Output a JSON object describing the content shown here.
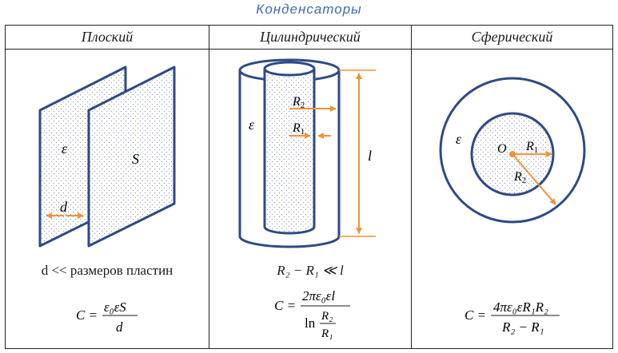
{
  "title": "Конденсаторы",
  "columns": [
    {
      "header": "Плоский",
      "condition": "d << размеров пластин"
    },
    {
      "header": "Цилиндрический",
      "condition": "R₂ − R₁ ≪ l"
    },
    {
      "header": "Сферический",
      "condition": ""
    }
  ],
  "labels": {
    "epsilon": "ε",
    "area": "S",
    "distance": "d",
    "r1": "R",
    "r2": "R",
    "r1_sub": "1",
    "r2_sub": "2",
    "length": "l",
    "center": "O"
  },
  "formulas": {
    "flat": {
      "lhs": "C =",
      "num": "ε₀εS",
      "den": "d"
    },
    "cyl": {
      "lhs": "C =",
      "num": "2πε₀εl",
      "den_ln": "ln",
      "den_num": "R₂",
      "den_den": "R₁"
    },
    "sph": {
      "lhs": "C =",
      "num": "4πε₀εR₁R₂",
      "den": "R₂ − R₁"
    }
  },
  "colors": {
    "plate": "#2e4a86",
    "arrow": "#f0923a",
    "title": "#3d6bb3"
  }
}
